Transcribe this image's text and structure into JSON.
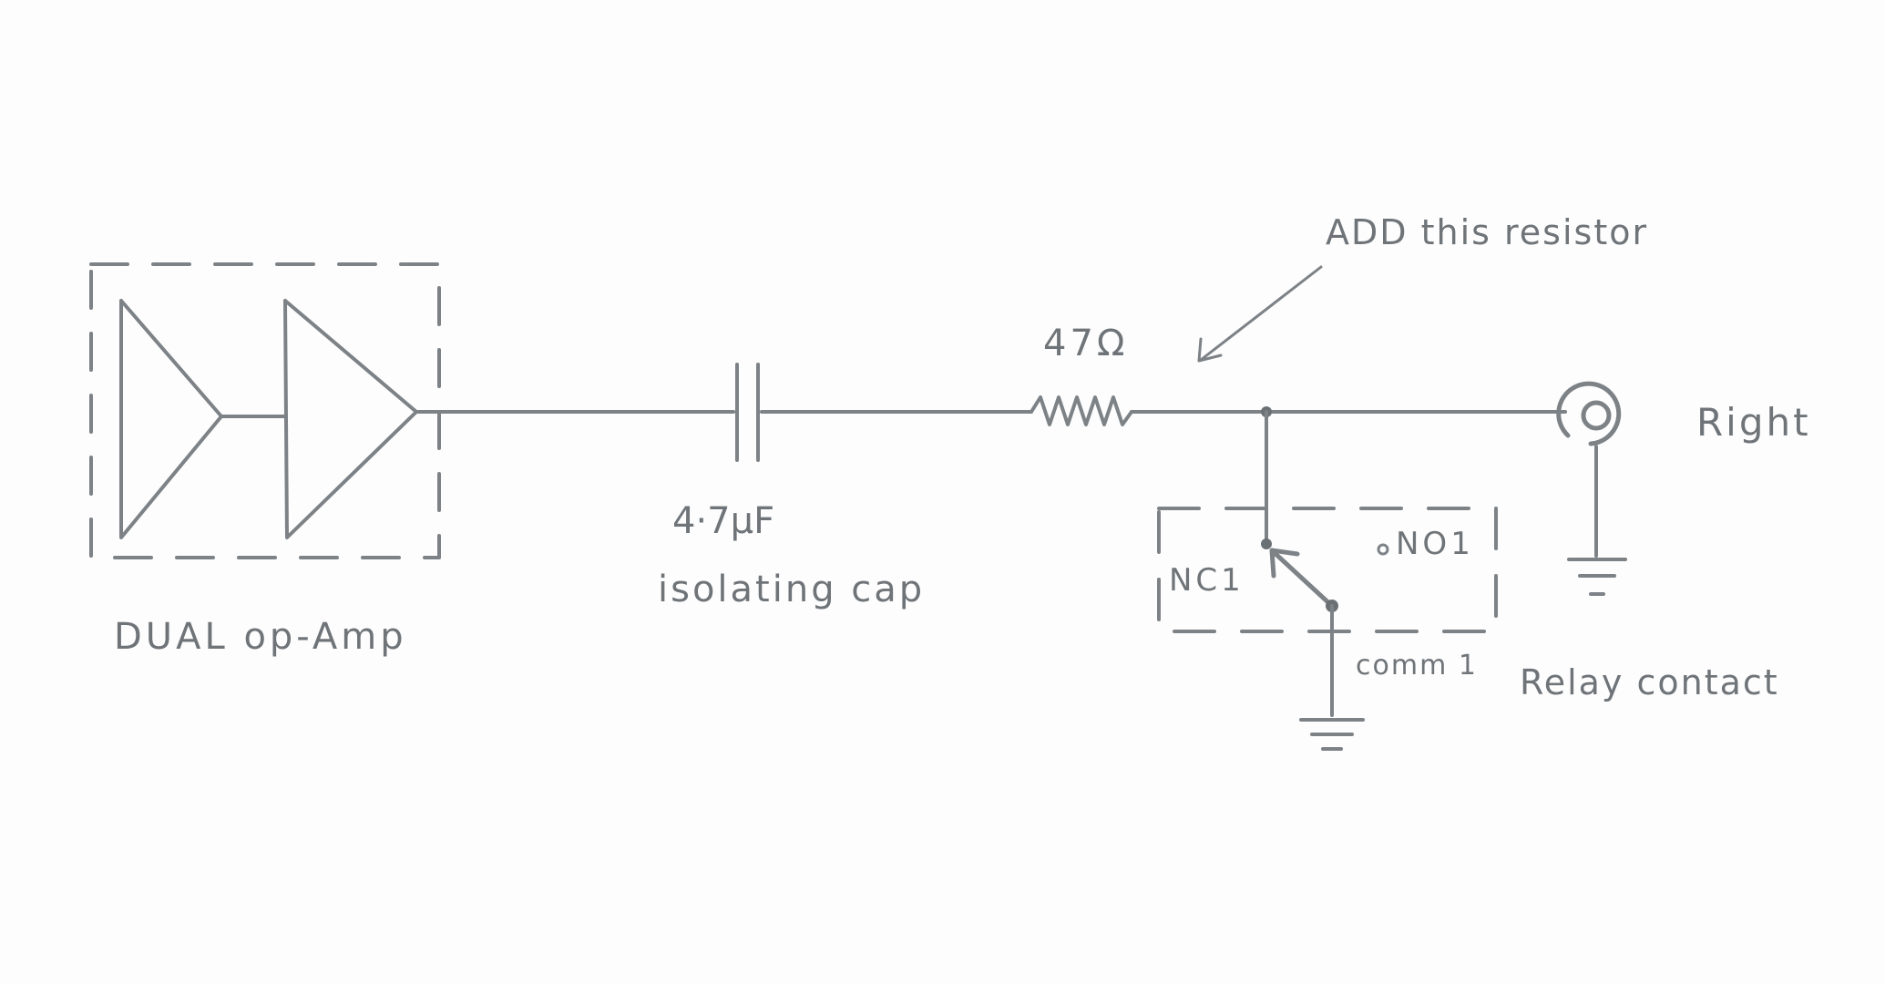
{
  "colors": {
    "paper": "#fdfdfd",
    "pencil": "#7d8287",
    "text": "#6f7479"
  },
  "labels": {
    "op_amp": "DUAL op-Amp",
    "cap_value": "4·7μF",
    "cap_desc": "isolating cap",
    "resistor_value": "47Ω",
    "annotation": "ADD this resistor",
    "output": "Right",
    "nc": "NC1",
    "no": "NO1",
    "comm": "comm 1",
    "relay": "Relay contact"
  }
}
